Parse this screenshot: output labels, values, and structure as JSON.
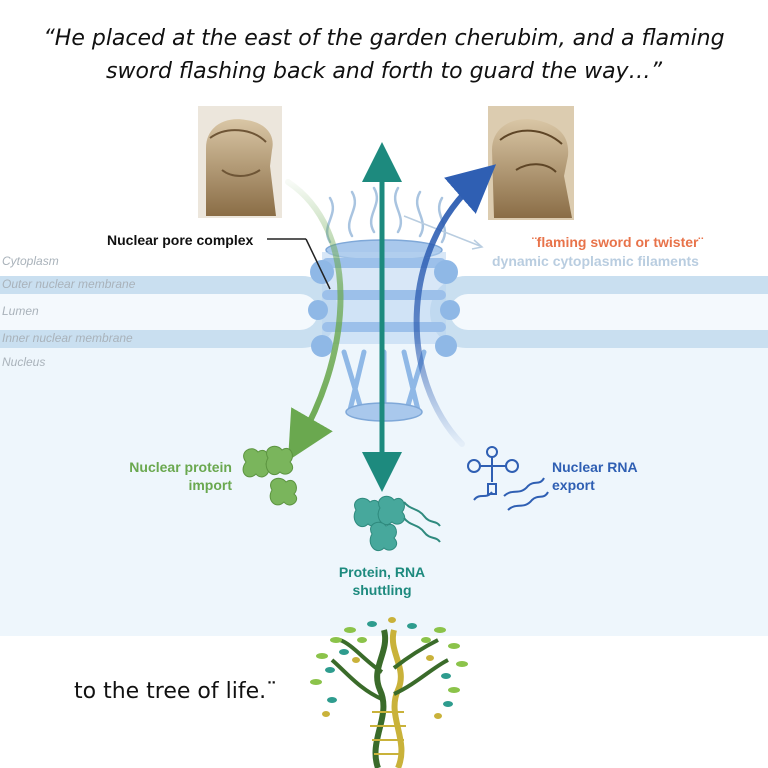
{
  "quote": {
    "line1": "“He placed at the east of the garden cherubim, and a flaming",
    "line2": "sword flashing back and forth to guard the way…”"
  },
  "zones": {
    "cytoplasm": "Cytoplasm",
    "outer_membrane": "Outer nuclear membrane",
    "lumen": "Lumen",
    "inner_membrane": "Inner nuclear membrane",
    "nucleus": "Nucleus"
  },
  "labels": {
    "npc": "Nuclear pore complex",
    "flaming_sword": "¨flaming sword or twister¨",
    "filaments": "dynamic cytoplasmic filaments",
    "protein_import_line1": "Nuclear protein",
    "protein_import_line2": "import",
    "rna_export_line1": "Nuclear RNA",
    "rna_export_line2": "export",
    "shuttling_line1": "Protein, RNA",
    "shuttling_line2": "shuttling"
  },
  "bottom_text": "to the tree of life.¨",
  "colors": {
    "import_green": "#6aa84f",
    "export_blue": "#2f5fb3",
    "shuttle_teal": "#1d8a7e",
    "sword_orange": "#e8734a",
    "filament_text": "#b9cde0",
    "membrane": "#c9dff0",
    "pore": "#8fb8e6"
  }
}
